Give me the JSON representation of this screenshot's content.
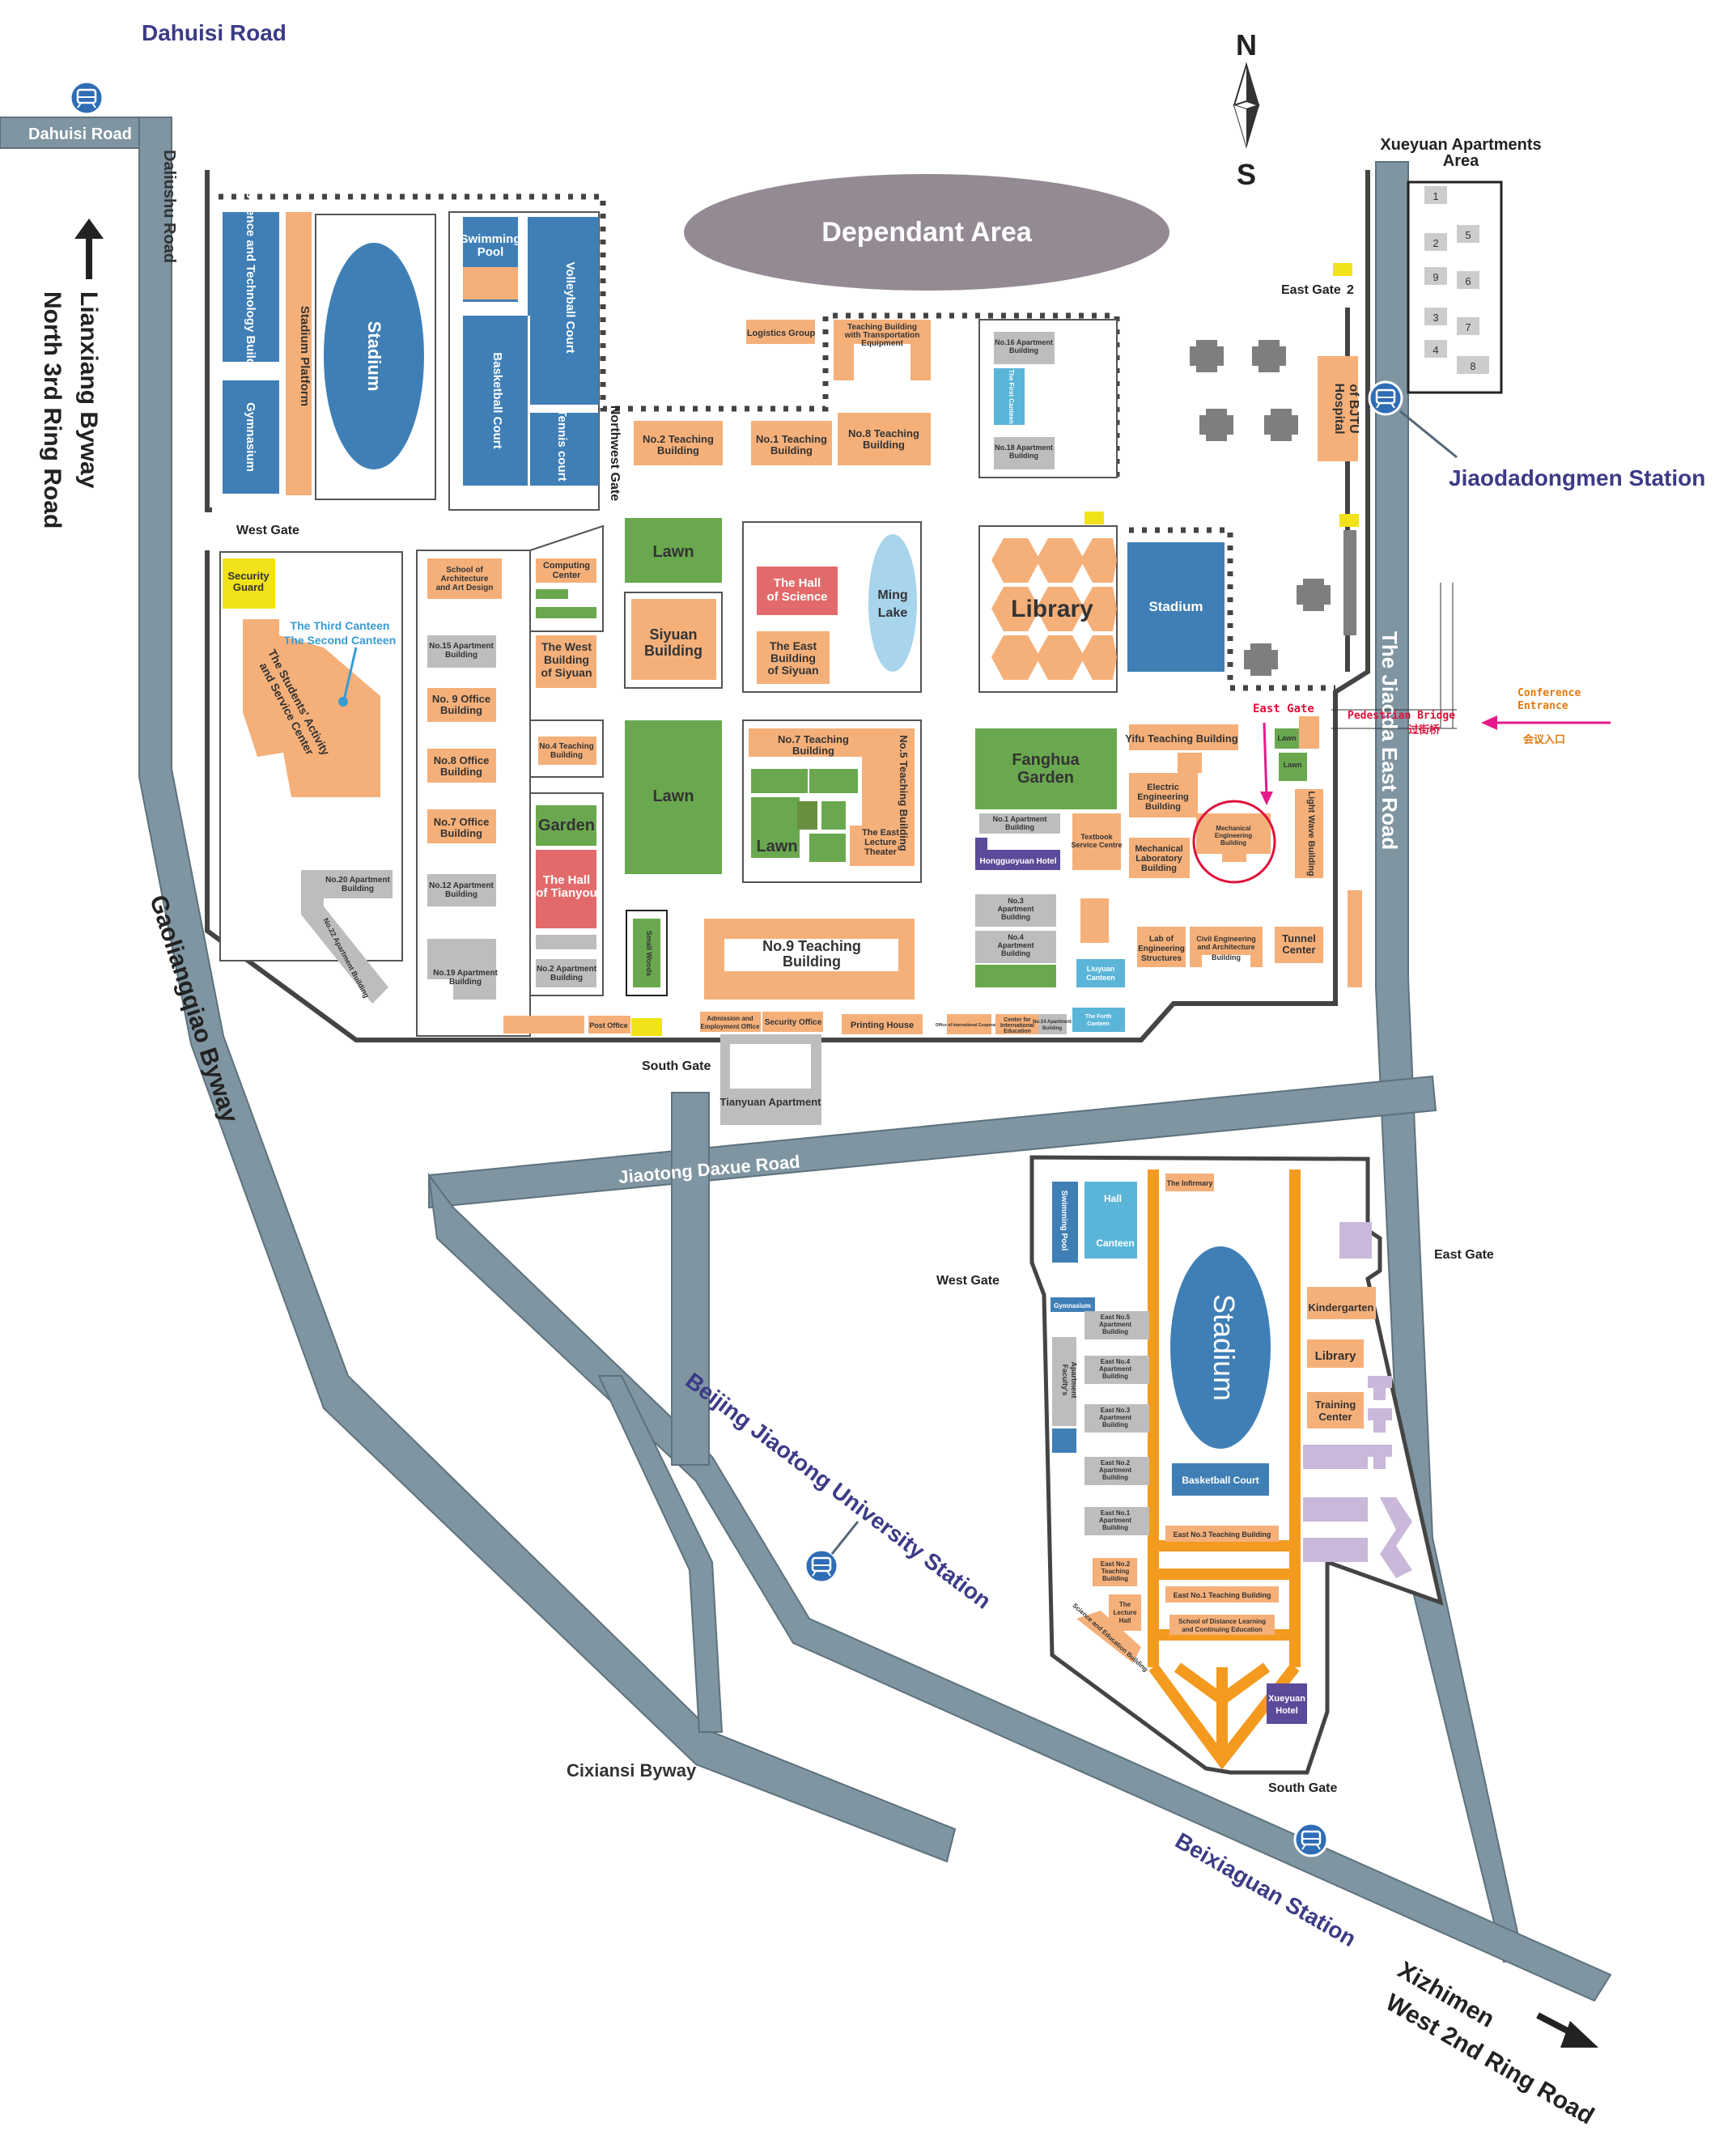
{
  "colors": {
    "road": "#7f95a1",
    "building": "#f5b07a",
    "blue_building": "#3f7fb6",
    "lawn": "#6aa84f",
    "red": "#e36a6a",
    "light_blue": "#5ab5d9",
    "purple": "#5b4a9a",
    "lilac": "#c9b8d9",
    "gray": "#bdbdbd",
    "dependant": "#948a93",
    "gate": "#f2e21a",
    "highlight": "#e0103a",
    "orange_path": "#f49a1f",
    "street_name": "#3b3b86"
  },
  "icons": [
    "subway-station-icon",
    "north-arrow-icon",
    "direction-arrow-icon"
  ],
  "roads": {
    "dahuisi_road": "Dahuisi Road",
    "dahuisi_road_box": "Dahuisi Road",
    "daliushu_road": "Daliushu Road",
    "lianxiang_byway": "Lianxiang Byway",
    "north_3rd_ring": "North 3rd Ring Road",
    "gaoliangqiao": "Gaoliangqiao  Byway",
    "jiaotong_daxue_road": "Jiaotong Daxue Road",
    "bjtu_station": "Beijing Jiaotong University Station",
    "cixiansi": "Cixiansi Byway",
    "beixiaguan": "Beixiaguan Station",
    "xizhimen": "Xizhimen",
    "west_2nd_ring": "West 2nd Ring Road",
    "jiaoda_east": "The Jiaoda East Road",
    "jiaodadongmen": "Jiaodadongmen Station"
  },
  "compass": {
    "n": "N",
    "s": "S"
  },
  "gates": {
    "west_gate": "West Gate",
    "northwest_gate": "Northwest Gate",
    "east_gate2": "East Gate",
    "east_gate2_num": "2",
    "east_gate_red": "East Gate",
    "south_gate": "South Gate",
    "east_west_gate": "West Gate",
    "east_east_gate": "East Gate",
    "east_south_gate": "South Gate"
  },
  "conference": {
    "pedestrian_bridge": "Pedestrian Bridge",
    "bridge_cn": "过街桥",
    "conference_entrance_1": "Conference",
    "conference_entrance_2": "Entrance",
    "conference_cn": "会议入口"
  },
  "areas": {
    "dependant": "Dependant Area",
    "xueyuan_apartments_1": "Xueyuan Apartments",
    "xueyuan_apartments_2": "Area",
    "apt_numbers": [
      "1",
      "2",
      "5",
      "9",
      "6",
      "3",
      "7",
      "4",
      "8"
    ]
  },
  "buildings": {
    "science_tech": "Science and Technology Building",
    "stadium_platform": "Stadium Platform",
    "stadium": "Stadium",
    "gymnasium": "Gymnasium",
    "swimming_pool_1": "Swimming",
    "swimming_pool_2": "Pool",
    "volleyball": "Volleyball Court",
    "basketball": "Basketball Court",
    "tennis": "Tennis court",
    "logistics": "Logistics Group",
    "transport_bldg_1": "Teaching Building",
    "transport_bldg_2": "with Transportation",
    "transport_bldg_3": "Equipment",
    "no2_teach_1": "No.2 Teaching",
    "no2_teach_2": "Building",
    "no1_teach_1": "No.1 Teaching",
    "no1_teach_2": "Building",
    "no8_teach_1": "No.8 Teaching",
    "no8_teach_2": "Building",
    "no16_apt_1": "No.16 Apartment",
    "no16_apt_2": "Building",
    "first_canteen": "The First Canteen",
    "no18_apt_1": "No.18 Apartment",
    "no18_apt_2": "Building",
    "hospital_1": "Hospital",
    "hospital_2": "of BJTU",
    "security_1": "Security",
    "security_2": "Guard",
    "third_canteen": "The Third Canteen",
    "second_canteen": "The Second Canteen",
    "students_center_1": "The Students' Activity",
    "students_center_2": "and Service Center",
    "arch_school_1": "School of",
    "arch_school_2": "Architecture",
    "arch_school_3": "and Art Design",
    "computing_1": "Computing",
    "computing_2": "Center",
    "west_siyuan_1": "The West",
    "west_siyuan_2": "Building",
    "west_siyuan_3": "of Siyuan",
    "no15_apt_1": "No.15 Apartment",
    "no15_apt_2": "Building",
    "no9_office_1": "No. 9 Office",
    "no9_office_2": "Building",
    "no8_office_1": "No.8 Office",
    "no8_office_2": "Building",
    "no7_office_1": "No.7 Office",
    "no7_office_2": "Building",
    "no12_apt_1": "No.12 Apartment",
    "no12_apt_2": "Building",
    "no19_apt_1": "No.19 Apartment",
    "no19_apt_2": "Building",
    "no20_apt_1": "No.20 Apartment",
    "no20_apt_2": "Building",
    "no22_apt": "No.22 Apartment Building",
    "no4_teach_1": "No.4 Teaching",
    "no4_teach_2": "Building",
    "garden": "Garden",
    "tianyou_1": "The Hall",
    "tianyou_2": "of Tianyou",
    "no2_apt_1": "No.2 Apartment",
    "no2_apt_2": "Building",
    "post_office": "Post Office",
    "small_woods": "Small Woods",
    "lawn": "Lawn",
    "siyuan_1": "Siyuan",
    "siyuan_2": "Building",
    "hall_science_1": "The Hall",
    "hall_science_2": "of Science",
    "east_siyuan_1": "The East",
    "east_siyuan_2": "Building",
    "east_siyuan_3": "of Siyuan",
    "ming_lake_1": "Ming",
    "ming_lake_2": "Lake",
    "library": "Library",
    "stadium2": "Stadium",
    "no7_teach_1": "No.7 Teaching",
    "no7_teach_2": "Building",
    "no5_teach": "No.5 Teaching Building",
    "east_lecture_1": "The East",
    "east_lecture_2": "Lecture",
    "east_lecture_3": "Theater",
    "no9_teach_1": "No.9 Teaching",
    "no9_teach_2": "Building",
    "admission_1": "Admission and",
    "admission_2": "Employment Office",
    "security_office": "Security Office",
    "printing": "Printing House",
    "intl_coop": "Office of International Cooperation",
    "intl_edu_1": "Center for",
    "intl_edu_2": "International",
    "intl_edu_3": "Education",
    "no14_apt_1": "No.14 Apartment",
    "no14_apt_2": "Building",
    "fanghua_1": "Fanghua",
    "fanghua_2": "Garden",
    "no1_apt_1": "No.1 Apartment",
    "no1_apt_2": "Building",
    "hongguoyuan": "Hongguoyuan Hotel",
    "no3_apt_1": "No.3",
    "no3_apt_2": "Apartment",
    "no3_apt_3": "Building",
    "no4_apt_1": "No.4",
    "no4_apt_2": "Apartment",
    "no4_apt_3": "Building",
    "textbook_1": "Textbook",
    "textbook_2": "Service Centre",
    "liuyuan_1": "Liuyuan",
    "liuyuan_2": "Canteen",
    "fourth_canteen_1": "The Forth",
    "fourth_canteen_2": "Canteen",
    "yifu": "Yifu Teaching Building",
    "electric_1": "Electric",
    "electric_2": "Engineering",
    "electric_3": "Building",
    "mech_lab_1": "Mechanical",
    "mech_lab_2": "Laboratory",
    "mech_lab_3": "Building",
    "mech_eng_1": "Mechanical",
    "mech_eng_2": "Engineering",
    "mech_eng_3": "Building",
    "light_wave": "Light Wave Building",
    "lab_eng_1": "Lab of",
    "lab_eng_2": "Engineering",
    "lab_eng_3": "Structures",
    "civil_1": "Civil Engineering",
    "civil_2": "and Architecture",
    "civil_3": "Building",
    "tunnel_1": "Tunnel",
    "tunnel_2": "Center",
    "tianyuan": "Tianyuan Apartment",
    "e_swimming": "Swimming Pool",
    "e_hall": "Hall",
    "e_canteen": "Canteen",
    "e_infirmary": "The Infirmary",
    "e_stadium": "Stadium",
    "e_gymnasium": "Gymnasium",
    "e_no5_apt_1": "East No.5",
    "e_no5_apt_2": "Apartment",
    "e_no5_apt_3": "Building",
    "e_no4_apt_1": "East No.4",
    "e_no4_apt_2": "Apartment",
    "e_no4_apt_3": "Building",
    "e_no3_apt_1": "East No.3",
    "e_no3_apt_2": "Apartment",
    "e_no3_apt_3": "Building",
    "e_no2_apt_1": "East No.2",
    "e_no2_apt_2": "Apartment",
    "e_no2_apt_3": "Building",
    "e_no1_apt_1": "East No.1",
    "e_no1_apt_2": "Apartment",
    "e_no1_apt_3": "Building",
    "faculty_apt_1": "Faculty's",
    "faculty_apt_2": "Apartment",
    "e_no2_teach_1": "East No.2",
    "e_no2_teach_2": "Teaching",
    "e_no2_teach_3": "Building",
    "e_lecture_1": "The",
    "e_lecture_2": "Lecture",
    "e_lecture_3": "Hall",
    "sci_edu": "Science and Education Building",
    "e_basketball": "Basketball Court",
    "e_no3_teach": "East No.3 Teaching Building",
    "e_no1_teach": "East No.1 Teaching Building",
    "distance_1": "School of Distance Learning",
    "distance_2": "and Continuing Education",
    "xueyuan_hotel_1": "Xueyuan",
    "xueyuan_hotel_2": "Hotel",
    "kindergarten": "Kindergarten",
    "e_library": "Library",
    "training_1": "Training",
    "training_2": "Center"
  }
}
